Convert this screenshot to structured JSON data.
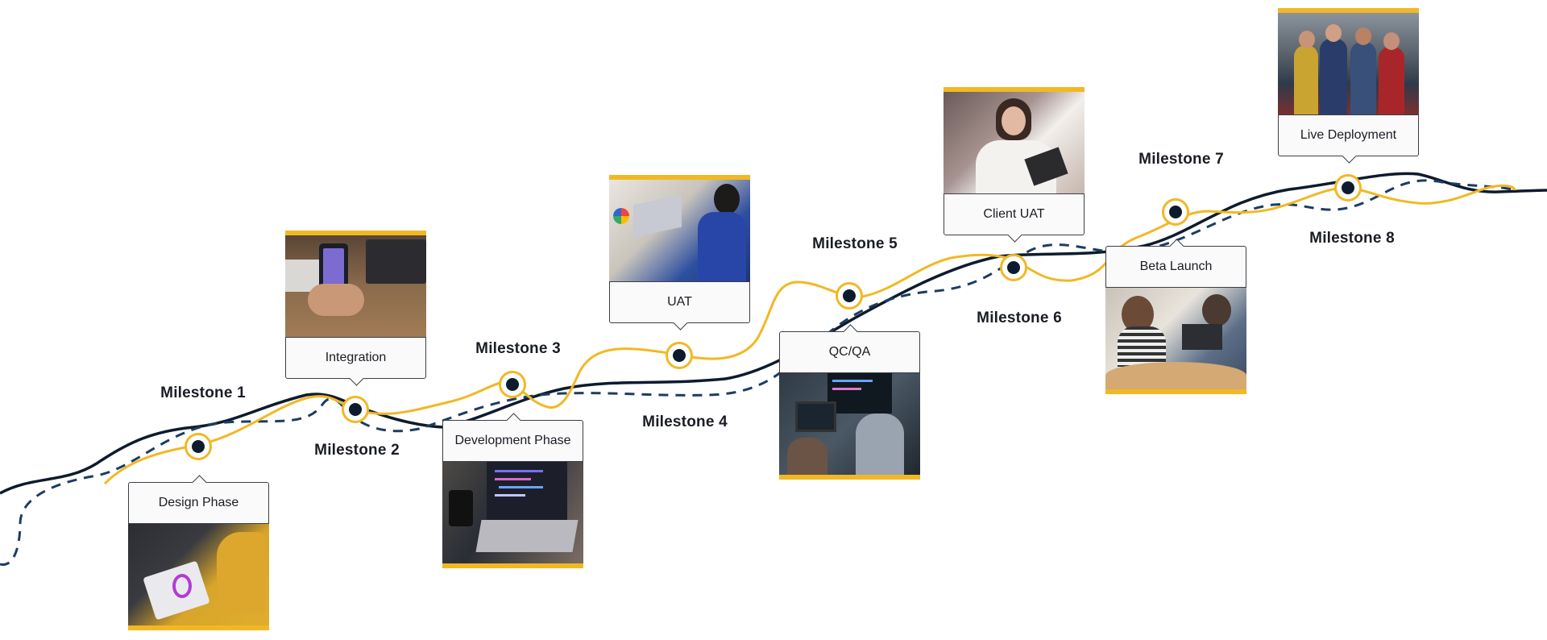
{
  "colors": {
    "accent": "#F2B824",
    "navy": "#0E1B2E",
    "dashed": "#1C3D62"
  },
  "milestones": [
    {
      "label": "Milestone 1"
    },
    {
      "label": "Milestone 2"
    },
    {
      "label": "Milestone 3"
    },
    {
      "label": "Milestone 4"
    },
    {
      "label": "Milestone 5"
    },
    {
      "label": "Milestone 6"
    },
    {
      "label": "Milestone 7"
    },
    {
      "label": "Milestone 8"
    }
  ],
  "cards": [
    {
      "caption": "Design Phase",
      "photo": "woman-drawing-on-tablet"
    },
    {
      "caption": "Integration",
      "photo": "hands-holding-phone"
    },
    {
      "caption": "Development Phase",
      "photo": "laptop-with-code"
    },
    {
      "caption": "UAT",
      "photo": "woman-at-laptop-desk"
    },
    {
      "caption": "QC/QA",
      "photo": "team-reviewing-code"
    },
    {
      "caption": "Client UAT",
      "photo": "smiling-woman-with-laptop"
    },
    {
      "caption": "Beta Launch",
      "photo": "team-around-laptop"
    },
    {
      "caption": "Live Deployment",
      "photo": "team-thumbs-up"
    }
  ]
}
